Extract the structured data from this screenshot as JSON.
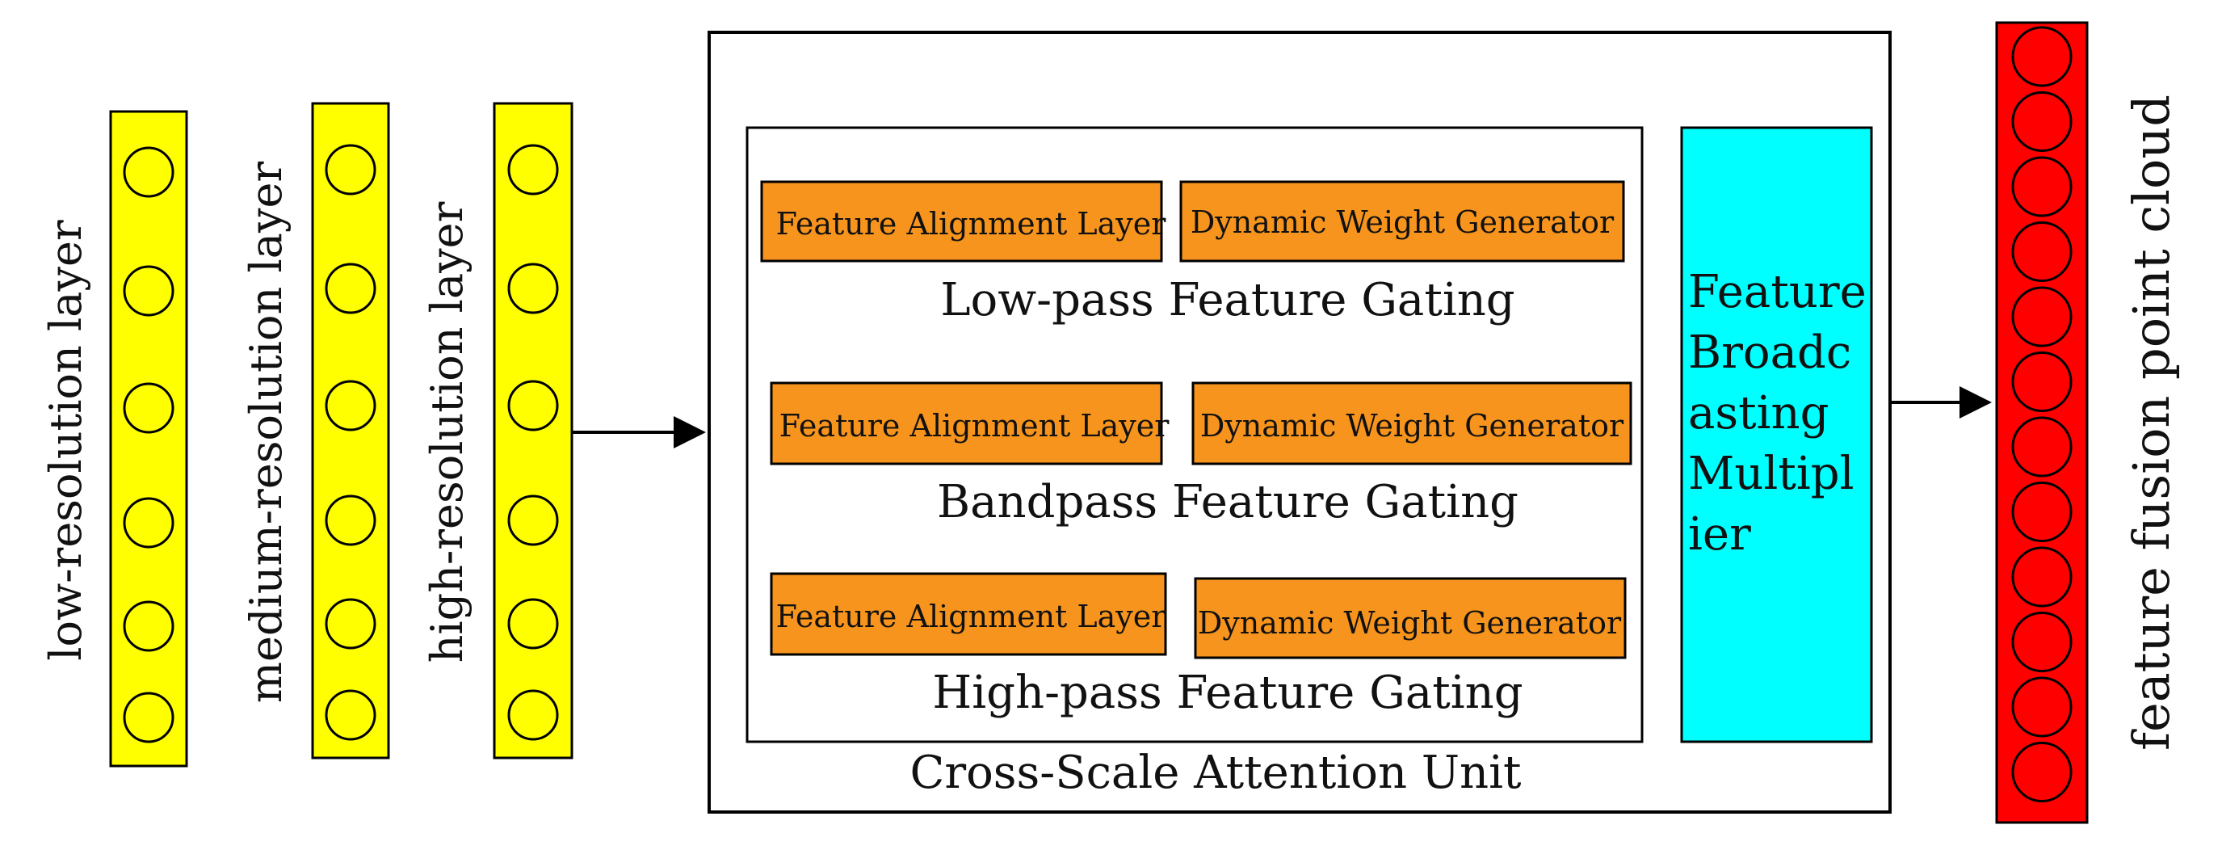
{
  "inputs": {
    "low_label": "low-resolution layer",
    "medium_label": "medium-resolution layer",
    "high_label": "high-resolution layer"
  },
  "unit": {
    "title": "Cross-Scale Attention Unit",
    "gates": [
      {
        "name": "Low-pass Feature Gating",
        "align": "Feature Alignment Layer",
        "weight": "Dynamic Weight Generator"
      },
      {
        "name": "Bandpass Feature Gating",
        "align": "Feature Alignment Layer",
        "weight": "Dynamic Weight Generator"
      },
      {
        "name": "High-pass Feature Gating",
        "align": "Feature Alignment Layer",
        "weight": "Dynamic Weight Generator"
      }
    ],
    "multiplier": [
      "Feature",
      "Broadc",
      "asting",
      "Multipl",
      "ier"
    ]
  },
  "output": {
    "label": "feature fusion  point cloud"
  },
  "colors": {
    "layer_fill": "#FFFF00",
    "output_fill": "#FF0000",
    "module_fill": "#F7941D",
    "multiplier_fill": "#00FFFF",
    "stroke": "#000000"
  }
}
